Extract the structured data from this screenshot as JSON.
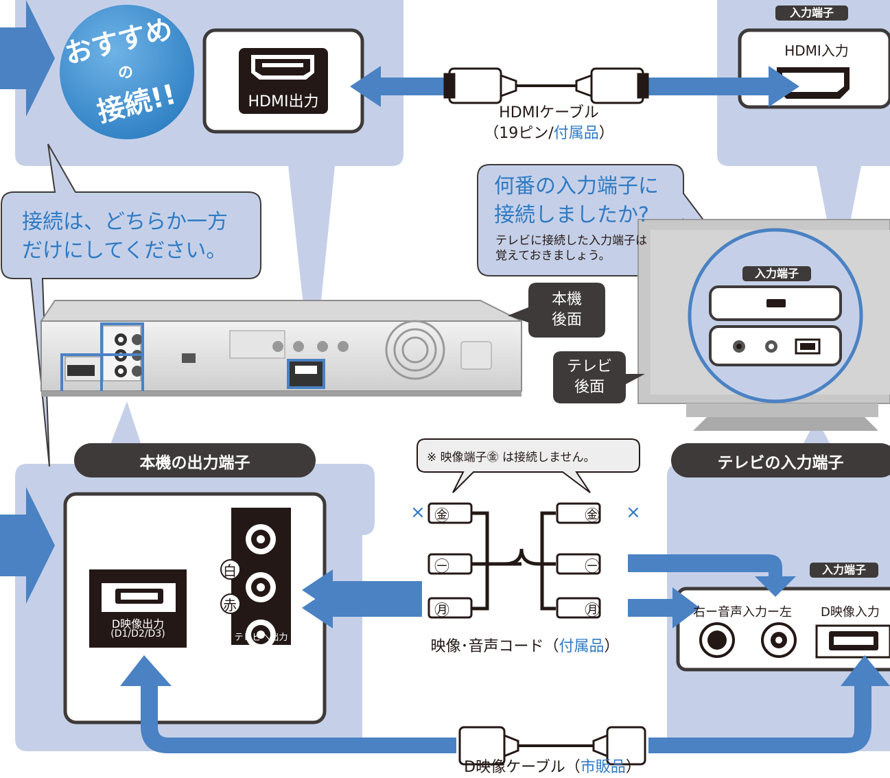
{
  "recommend_badge": {
    "line1": "おすすめ",
    "line2": "の",
    "line3": "接続!!"
  },
  "hdmi_out_label": "HDMI出力",
  "hdmi_in_tag": "入力端子",
  "hdmi_in_label": "HDMI入力",
  "hdmi_cable": {
    "line1": "HDMIケーブル",
    "line2_prefix": "（19ピン/",
    "line2_accent": "付属品",
    "line2_suffix": "）"
  },
  "warning_balloon": {
    "line1": "接続は、どちらか一方",
    "line2": "だけにしてください。"
  },
  "input_question": {
    "line1": "何番の入力端子に",
    "line2": "接続しましたか?",
    "note1": "テレビに接続した入力端子は",
    "note2": "覚えておきましょう。"
  },
  "unit_rear": {
    "line1": "本機",
    "line2": "後面"
  },
  "tv_rear": {
    "line1": "テレビ",
    "line2": "後面"
  },
  "tv_zoom_tag": "入力端子",
  "unit_output_pill": "本機の出力端子",
  "tv_input_pill": "テレビの入力端子",
  "video_note": "※ 映像端子㊎ は接続しません。",
  "plugs": {
    "yellow": "㊎",
    "white": "㊀",
    "red": "㊊"
  },
  "cross_mark": "×",
  "unit_panel": {
    "white_label": "白",
    "red_label": "赤",
    "d_out_line1": "D映像出力",
    "d_out_line2": "(D1/D2/D3)",
    "tv_out_label": "テレビへ出力"
  },
  "av_cord": {
    "prefix": "映像･音声コード（",
    "accent": "付属品",
    "suffix": "）"
  },
  "tv_panel": {
    "tag": "入力端子",
    "audio_label": "右ー音声入力ー左",
    "d_in_label": "D映像入力"
  },
  "d_cable": {
    "prefix": "D映像ケーブル（",
    "accent": "市販品",
    "suffix": "）"
  },
  "colors": {
    "panel": "#c5d0e8",
    "arrow": "#4a82c3",
    "dark": "#3e3a39",
    "accent_text": "#2f7ac4"
  }
}
